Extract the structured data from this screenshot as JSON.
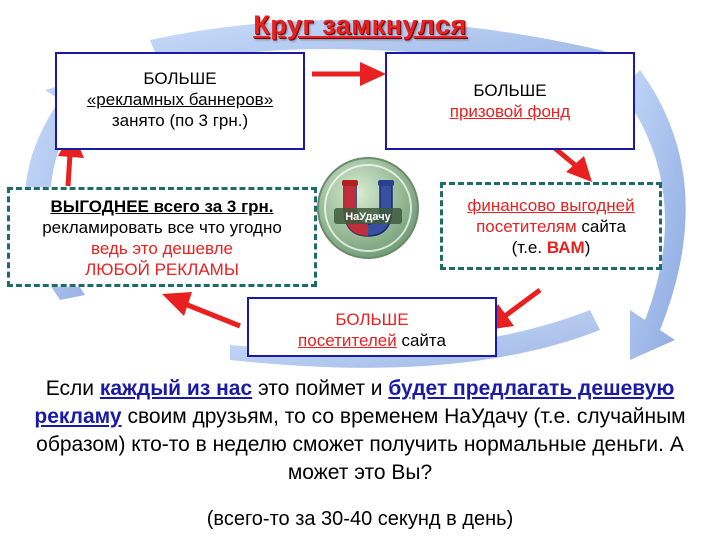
{
  "title": "Круг замкнулся",
  "boxes": {
    "top_left": {
      "line1": "БОЛЬШЕ",
      "line2": "«рекламных баннеров»",
      "line3": "занято (по 3 грн.)"
    },
    "top_right": {
      "line1": "БОЛЬШЕ",
      "line2": "призовой фонд"
    },
    "mid_left": {
      "line1": "ВЫГОДНЕЕ всего за 3 грн.",
      "line2": "рекламировать все что угодно",
      "line3": "ведь это дешевле",
      "line4": "ЛЮБОЙ РЕКЛАМЫ"
    },
    "mid_right": {
      "line1": "финансово выгодней",
      "line2a": "посетителям",
      "line2b": " сайта",
      "line3a": "(т.е. ",
      "line3b": "ВАМ",
      "line3c": ")"
    },
    "bottom_center": {
      "line1": "БОЛЬШЕ",
      "line2a": "посетителей",
      "line2b": " сайта"
    }
  },
  "logo": {
    "text": "НаУдачу",
    "icon": "horseshoe-icon"
  },
  "paragraph": {
    "p1": "Если ",
    "h1": "каждый из нас",
    "p2": " это поймет и ",
    "h2": "будет предлагать дешевую рекламу",
    "p3": " своим друзьям, то со временем НаУдачу (т.е. случайным образом) кто-то в неделю сможет получить нормальные деньги. А может это Вы?"
  },
  "note": "(всего-то за 30-40 секунд в день)",
  "colors": {
    "accent_red": "#e8201f",
    "box_blue": "#1a1aa6",
    "dash_teal": "#1e6b6b",
    "cycle_blue": "#4f7fd6"
  }
}
